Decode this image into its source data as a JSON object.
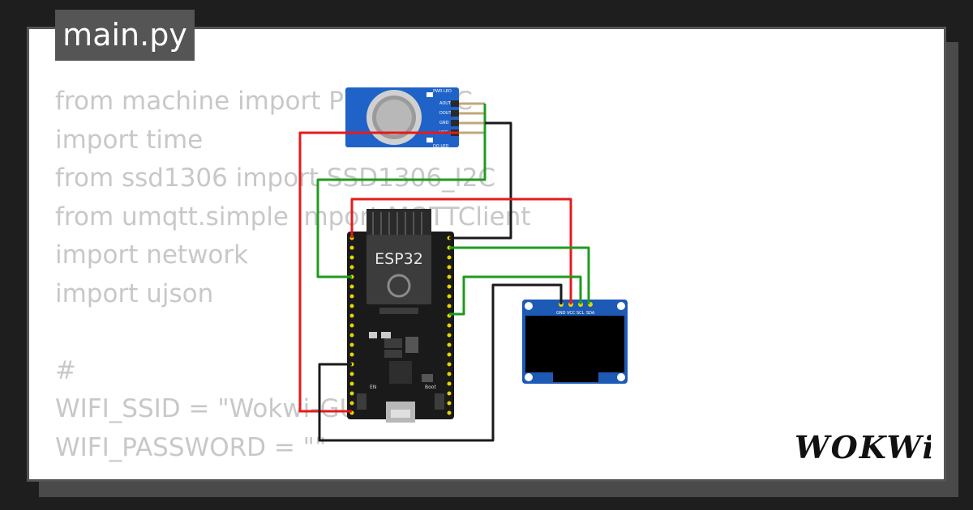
{
  "editor": {
    "filename": "main.py",
    "code_lines": [
      "from machine import Pin, SoftI2C",
      "import time",
      "from ssd1306 import SSD1306_I2C",
      "from umqtt.simple import MQTTClient",
      "import network",
      "import ujson",
      "",
      "#",
      "WIFI_SSID = \"Wokwi-GUEST\"",
      "WIFI_PASSWORD = \"\""
    ]
  },
  "components": {
    "esp32": {
      "label": "ESP32"
    },
    "gas_sensor": {
      "pins": [
        "AOUT",
        "DOUT",
        "GND",
        "VCC"
      ],
      "leds": [
        "PWR LED",
        "DO LED"
      ]
    },
    "oled": {
      "pins": [
        "GND",
        "VCC",
        "SCL",
        "SDA"
      ]
    }
  },
  "wires": {
    "colors": {
      "power": "#e41b1b",
      "ground": "#1a1a1a",
      "signal": "#1f9b1f"
    }
  },
  "brand": {
    "logo_text": "WOKWi"
  }
}
